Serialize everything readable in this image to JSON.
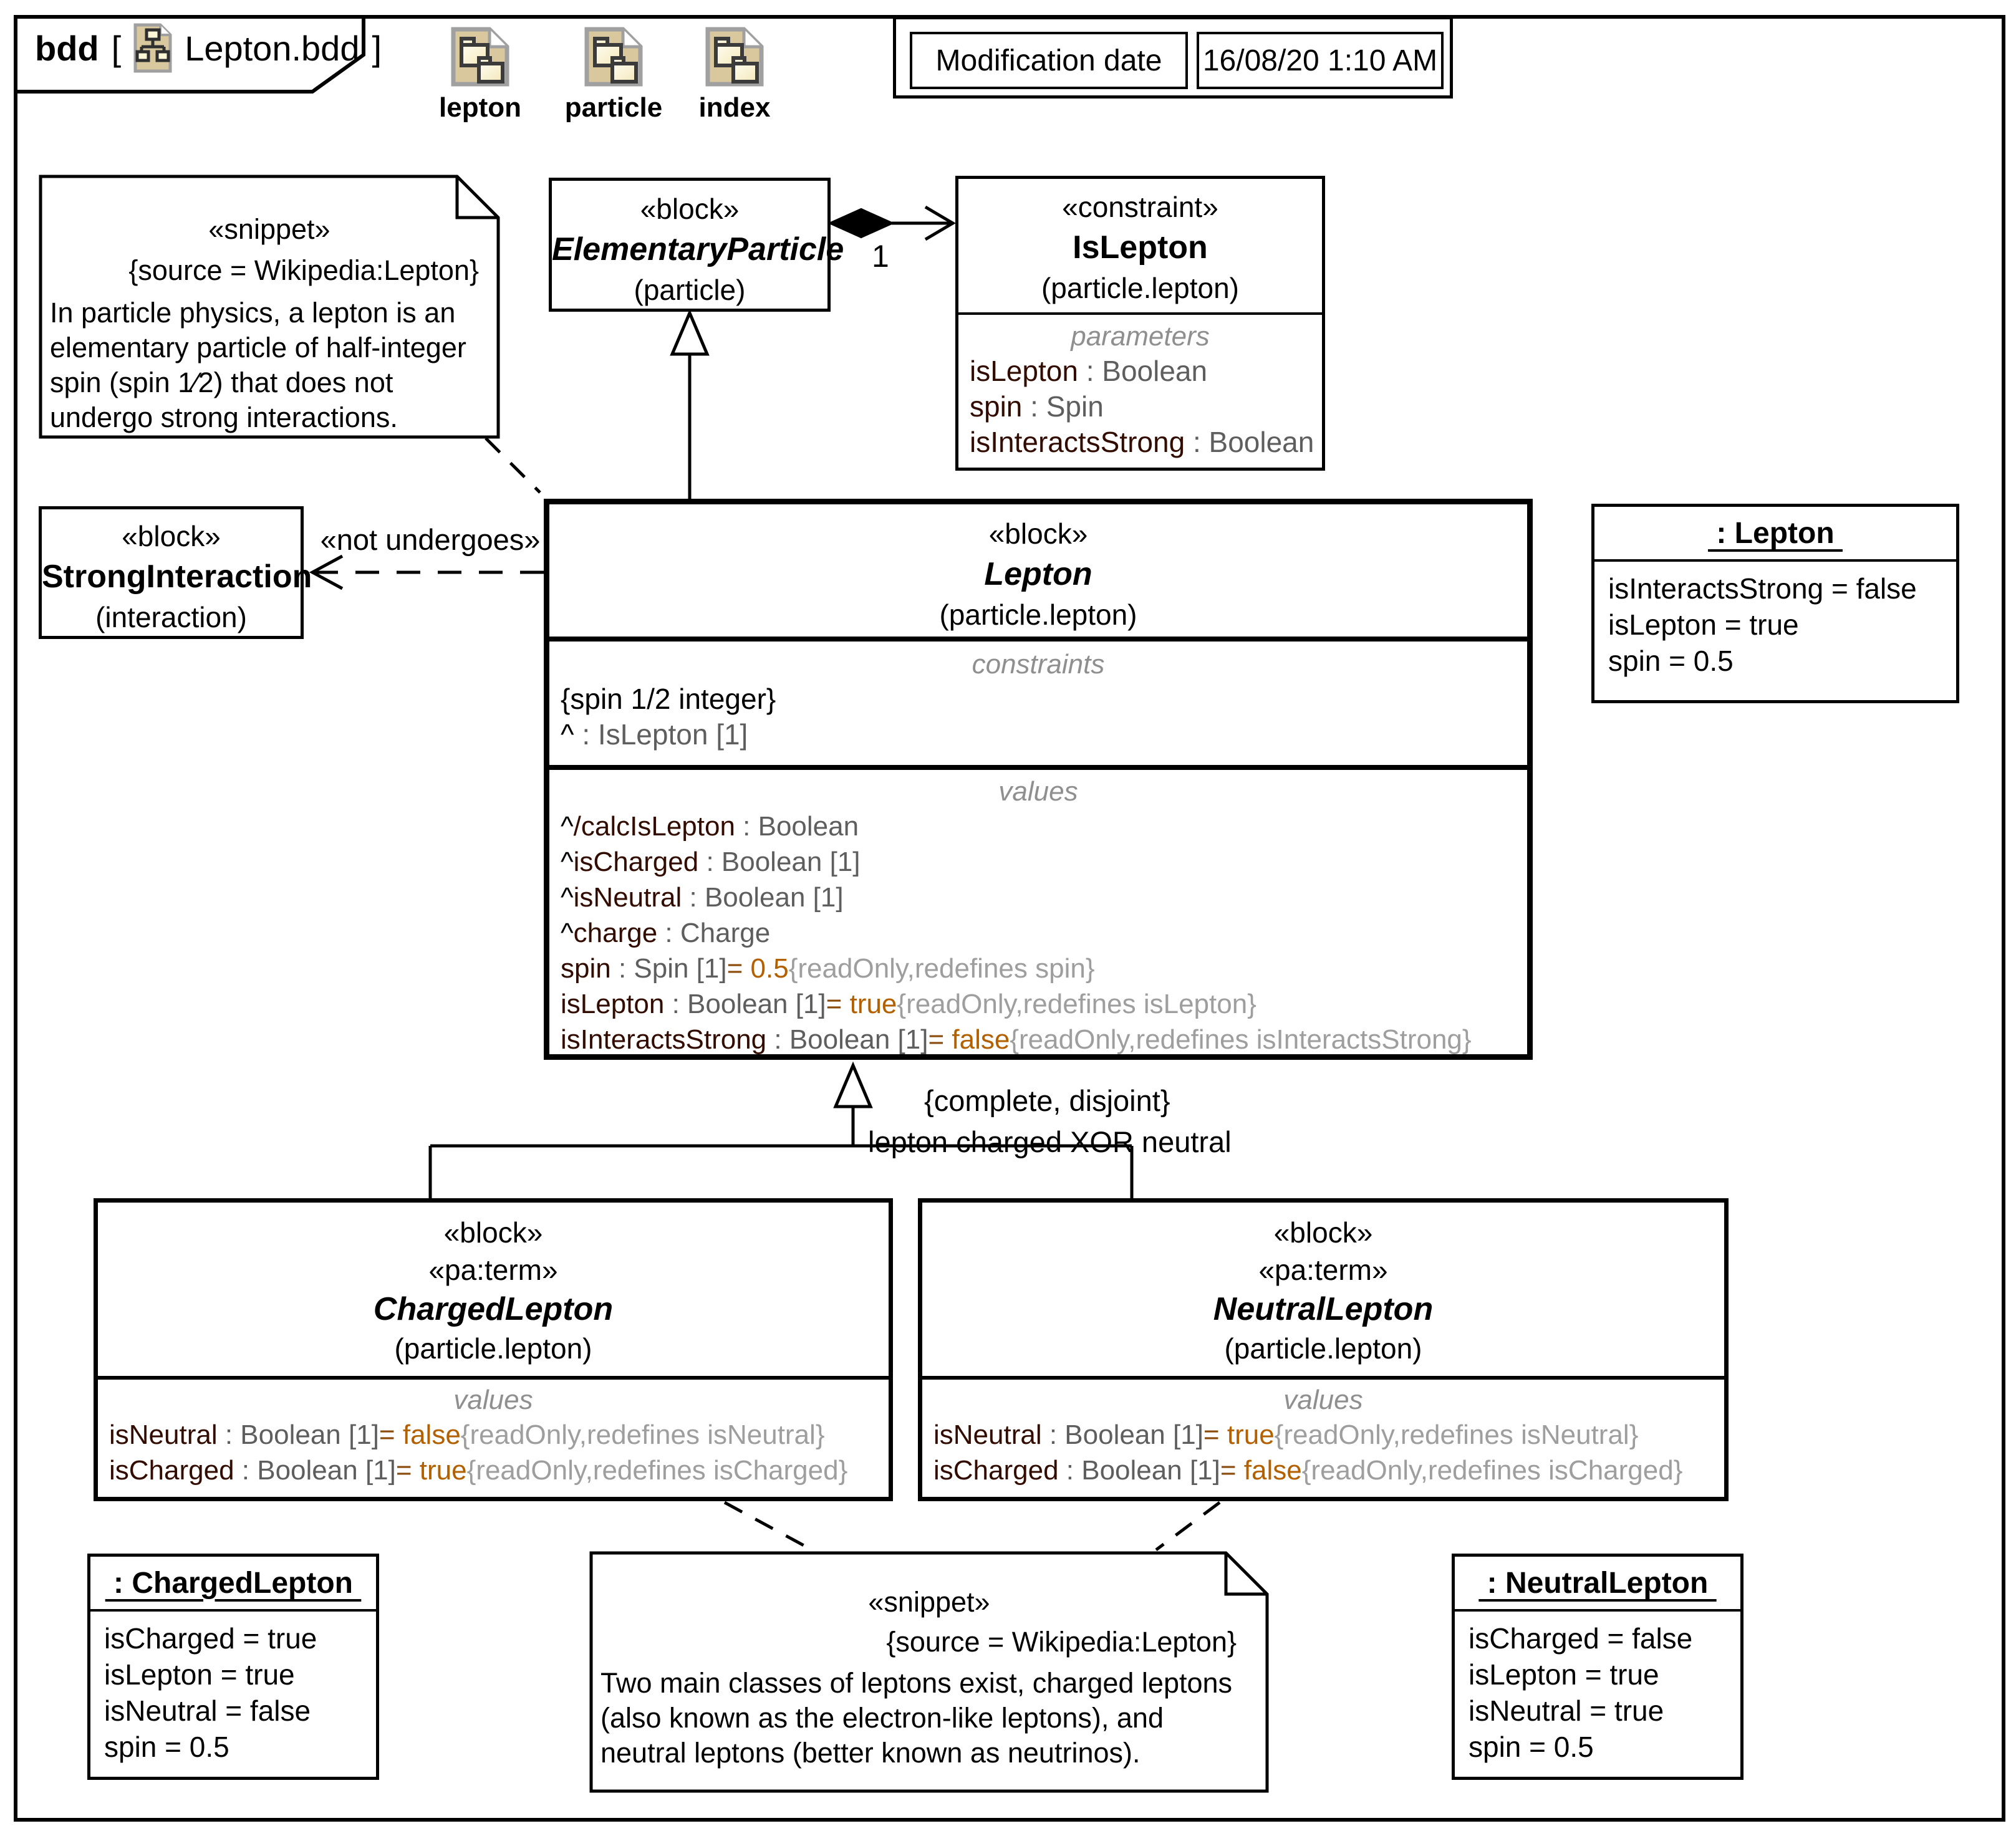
{
  "frame": {
    "tab_kind": "bdd",
    "tab_open": "[",
    "tab_name": "Lepton.bdd",
    "tab_close": "]"
  },
  "packages": [
    {
      "label": "lepton"
    },
    {
      "label": "particle"
    },
    {
      "label": "index"
    }
  ],
  "modification": {
    "label": "Modification date",
    "value": "16/08/20 1:10 AM"
  },
  "notes": {
    "lepton_def": {
      "stereotype": "«snippet»",
      "source": "{source = Wikipedia:Lepton}",
      "lines": [
        "In particle physics, a lepton is an",
        "elementary particle of half-integer",
        "spin (spin 1⁄2) that does not",
        "undergo strong interactions."
      ]
    },
    "lepton_classes": {
      "stereotype": "«snippet»",
      "source": "{source = Wikipedia:Lepton}",
      "lines": [
        "Two main classes of leptons exist, charged leptons",
        "(also known as the electron-like leptons), and",
        "neutral leptons (better known as neutrinos)."
      ]
    }
  },
  "blocks": {
    "elementary_particle": {
      "stereotype": "«block»",
      "name": "ElementaryParticle",
      "package": "(particle)"
    },
    "is_lepton": {
      "stereotype": "«constraint»",
      "name": "IsLepton",
      "package": "(particle.lepton)",
      "compartment_label": "parameters",
      "params": [
        {
          "name": "isLepton",
          "type": " : Boolean"
        },
        {
          "name": "spin",
          "type": " : Spin"
        },
        {
          "name": "isInteractsStrong",
          "type": " : Boolean"
        }
      ]
    },
    "strong_interaction": {
      "stereotype": "«block»",
      "name": "StrongInteraction",
      "package": "(interaction)"
    },
    "lepton": {
      "stereotype": "«block»",
      "name": "Lepton",
      "package": "(particle.lepton)",
      "constraints_label": "constraints",
      "constraint_expr": "{spin 1/2 integer}",
      "constraint_usage_prefix": "^",
      "constraint_usage_rest": " : IsLepton [1]",
      "values_label": "values",
      "values": [
        {
          "prefix": "^",
          "name": "/calcIsLepton",
          "type": " : Boolean",
          "eq": "",
          "value": "",
          "anno": ""
        },
        {
          "prefix": "^",
          "name": "isCharged",
          "type": " : Boolean [1]",
          "eq": "",
          "value": "",
          "anno": ""
        },
        {
          "prefix": "^",
          "name": "isNeutral",
          "type": " : Boolean [1]",
          "eq": "",
          "value": "",
          "anno": ""
        },
        {
          "prefix": "^",
          "name": "charge",
          "type": " : Charge",
          "eq": "",
          "value": "",
          "anno": ""
        },
        {
          "prefix": "",
          "name": "spin",
          "type": " : Spin [1]",
          "eq": "= ",
          "value": "0.5",
          "anno": "{readOnly,redefines spin}"
        },
        {
          "prefix": "",
          "name": "isLepton",
          "type": " : Boolean [1]",
          "eq": "= ",
          "value": "true",
          "anno": "{readOnly,redefines isLepton}"
        },
        {
          "prefix": "",
          "name": "isInteractsStrong",
          "type": " : Boolean [1]",
          "eq": "= ",
          "value": "false",
          "anno": "{readOnly,redefines isInteractsStrong}"
        }
      ]
    },
    "charged_lepton": {
      "stereotype": "«block»",
      "stereotype2": "«pa:term»",
      "name": "ChargedLepton",
      "package": "(particle.lepton)",
      "values_label": "values",
      "values": [
        {
          "prefix": "",
          "name": "isNeutral",
          "type": " : Boolean [1]",
          "eq": "= ",
          "value": "false",
          "anno": "{readOnly,redefines isNeutral}"
        },
        {
          "prefix": "",
          "name": "isCharged",
          "type": " : Boolean [1]",
          "eq": "= ",
          "value": "true",
          "anno": "{readOnly,redefines isCharged}"
        }
      ]
    },
    "neutral_lepton": {
      "stereotype": "«block»",
      "stereotype2": "«pa:term»",
      "name": "NeutralLepton",
      "package": "(particle.lepton)",
      "values_label": "values",
      "values": [
        {
          "prefix": "",
          "name": "isNeutral",
          "type": " : Boolean [1]",
          "eq": "= ",
          "value": "true",
          "anno": "{readOnly,redefines isNeutral}"
        },
        {
          "prefix": "",
          "name": "isCharged",
          "type": " : Boolean [1]",
          "eq": "= ",
          "value": "false",
          "anno": "{readOnly,redefines isCharged}"
        }
      ]
    }
  },
  "instances": {
    "lepton": {
      "title": " : Lepton ",
      "slots": [
        "isInteractsStrong = false",
        "isLepton = true",
        "spin = 0.5"
      ]
    },
    "charged": {
      "title": " : ChargedLepton ",
      "slots": [
        "isCharged = true",
        "isLepton = true",
        "isNeutral = false",
        "spin = 0.5"
      ]
    },
    "neutral": {
      "title": " : NeutralLepton ",
      "slots": [
        "isCharged = false",
        "isLepton = true",
        "isNeutral = true",
        "spin = 0.5"
      ]
    }
  },
  "relations": {
    "composition_multiplicity": "1",
    "dependency_label": "«not undergoes»",
    "genset_constraint": "{complete, disjoint}",
    "genset_label": "lepton charged XOR neutral"
  },
  "colors": {
    "property_name": "#320c00",
    "property_type": "#5e5e5e",
    "annotation": "#9e9e9e",
    "value": "#b26000",
    "equals": "#8a4a0a",
    "compartment_label": "#8f8f8f",
    "icon_tan": "#d9c89d",
    "icon_border": "#a0a0a0"
  }
}
